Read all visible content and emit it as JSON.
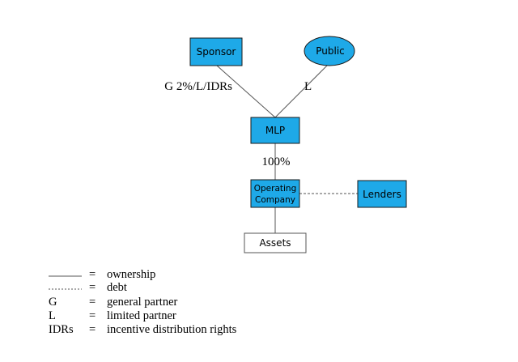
{
  "nodes": {
    "sponsor": "Sponsor",
    "public": "Public",
    "mlp": "MLP",
    "operating_company_line1": "Operating",
    "operating_company_line2": "Company",
    "lenders": "Lenders",
    "assets": "Assets"
  },
  "edges": {
    "sponsor_to_mlp": "G 2%/L/IDRs",
    "public_to_mlp": "L",
    "mlp_to_operating": "100%"
  },
  "legend": [
    {
      "symbol": "solid-line",
      "eq": "=",
      "meaning": "ownership"
    },
    {
      "symbol": "dashed-line",
      "eq": "=",
      "meaning": "debt"
    },
    {
      "symbol": "G",
      "eq": "=",
      "meaning": "general partner"
    },
    {
      "symbol": "L",
      "eq": "=",
      "meaning": "limited partner"
    },
    {
      "symbol": "IDRs",
      "eq": "=",
      "meaning": "incentive distribution rights"
    }
  ],
  "colors": {
    "node_fill": "#1ea9e8",
    "node_stroke": "#1a1a1a",
    "line": "#555555"
  }
}
